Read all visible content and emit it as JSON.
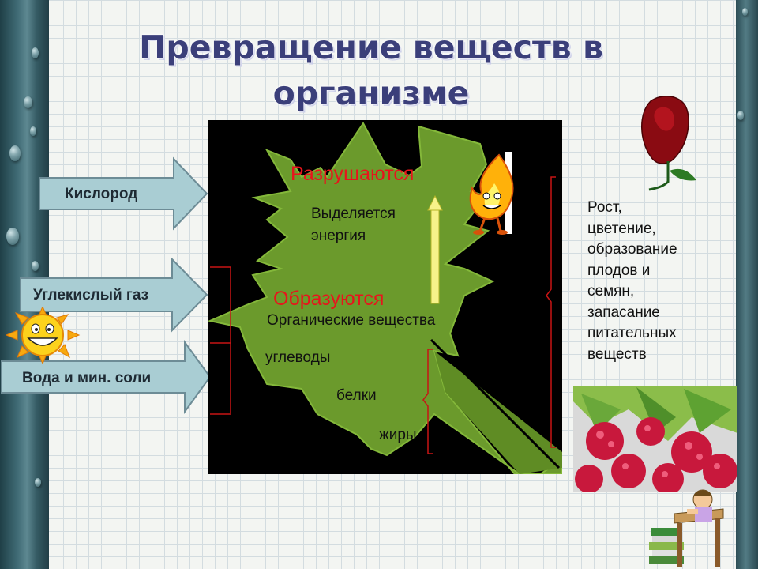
{
  "title_line1": "Превращение веществ в",
  "title_line2": "организме",
  "inputs": {
    "oxygen": "Кислород",
    "co2": "Углекислый газ",
    "water": "Вода и мин. соли"
  },
  "leaf": {
    "destroyed": "Разрушаются",
    "energy_line1": "Выделяется",
    "energy_line2": "энергия",
    "formed": "Образуются",
    "organic": "Органические вещества",
    "carbs": "углеводы",
    "proteins": "белки",
    "fats": "жиры"
  },
  "result_text": "Рост,\nцветение,\nобразование\nплодов и\nсемян,\nзапасание\nпитательных\nвеществ",
  "icons": [
    "sun-icon",
    "flame-character-icon",
    "rose-icon",
    "raspberry-photo",
    "student-at-desk-icon"
  ]
}
